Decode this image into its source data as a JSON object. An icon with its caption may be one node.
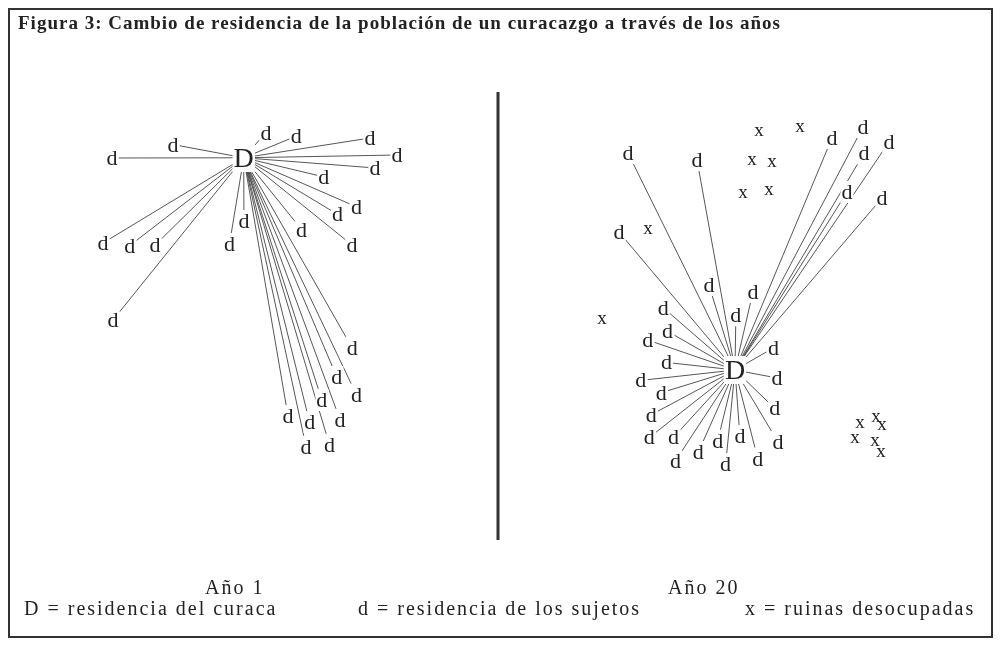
{
  "diagram": {
    "title": "Figura 3: Cambio de residencia de la población de un curacazgo a través de los años",
    "nodes": [
      {
        "text": [
          "D"
        ]
      },
      {
        "text": [
          "d"
        ]
      },
      {
        "text": [
          "d"
        ]
      },
      {
        "text": [
          "d"
        ]
      },
      {
        "text": [
          "d"
        ]
      },
      {
        "text": [
          "d"
        ]
      },
      {
        "text": [
          "d"
        ]
      },
      {
        "text": [
          "d"
        ]
      },
      {
        "text": [
          "d"
        ]
      },
      {
        "text": [
          "d"
        ]
      },
      {
        "text": [
          "d"
        ]
      },
      {
        "text": [
          "d"
        ]
      },
      {
        "text": [
          "d"
        ]
      },
      {
        "text": [
          "d"
        ]
      },
      {
        "text": [
          "d"
        ]
      },
      {
        "text": [
          "d"
        ]
      },
      {
        "text": [
          "d"
        ]
      },
      {
        "text": [
          "d"
        ]
      },
      {
        "text": [
          "d"
        ]
      },
      {
        "text": [
          "d"
        ]
      },
      {
        "text": [
          "d"
        ]
      },
      {
        "text": [
          "d"
        ]
      },
      {
        "text": [
          "d"
        ]
      },
      {
        "text": [
          "d"
        ]
      },
      {
        "text": [
          "d"
        ]
      },
      {
        "text": [
          "d"
        ]
      },
      {
        "text": [
          "d"
        ]
      },
      {
        "text": [
          "d"
        ]
      },
      {
        "text": [
          "D"
        ]
      },
      {
        "text": [
          "d"
        ]
      },
      {
        "text": [
          "d"
        ]
      },
      {
        "text": [
          "d"
        ]
      },
      {
        "text": [
          "d"
        ]
      },
      {
        "text": [
          "d"
        ]
      },
      {
        "text": [
          "d"
        ]
      },
      {
        "text": [
          "d"
        ]
      },
      {
        "text": [
          "d"
        ]
      },
      {
        "text": [
          "d"
        ]
      },
      {
        "text": [
          "d"
        ]
      },
      {
        "text": [
          "d"
        ]
      },
      {
        "text": [
          "d"
        ]
      },
      {
        "text": [
          "d"
        ]
      },
      {
        "text": [
          "d"
        ]
      },
      {
        "text": [
          "d"
        ]
      },
      {
        "text": [
          "d"
        ]
      },
      {
        "text": [
          "d"
        ]
      },
      {
        "text": [
          "d"
        ]
      },
      {
        "text": [
          "d"
        ]
      },
      {
        "text": [
          "d"
        ]
      },
      {
        "text": [
          "d"
        ]
      },
      {
        "text": [
          "d"
        ]
      },
      {
        "text": [
          "d"
        ]
      },
      {
        "text": [
          "d"
        ]
      },
      {
        "text": [
          "d"
        ]
      },
      {
        "text": [
          "d"
        ]
      },
      {
        "text": [
          "d"
        ]
      },
      {
        "text": [
          "d"
        ]
      },
      {
        "text": [
          "d"
        ]
      },
      {
        "text": [
          "d"
        ]
      },
      {
        "text": [
          "d"
        ]
      }
    ],
    "edges": [
      {
        "from": 0,
        "to": 1,
        "arrow": "none"
      },
      {
        "from": 0,
        "to": 2,
        "arrow": "none"
      },
      {
        "from": 0,
        "to": 3,
        "arrow": "none"
      },
      {
        "from": 0,
        "to": 4,
        "arrow": "none"
      },
      {
        "from": 0,
        "to": 5,
        "arrow": "none"
      },
      {
        "from": 0,
        "to": 6,
        "arrow": "none"
      },
      {
        "from": 0,
        "to": 7,
        "arrow": "none"
      },
      {
        "from": 0,
        "to": 8,
        "arrow": "none"
      },
      {
        "from": 0,
        "to": 9,
        "arrow": "none"
      },
      {
        "from": 0,
        "to": 10,
        "arrow": "none"
      },
      {
        "from": 0,
        "to": 11,
        "arrow": "none"
      },
      {
        "from": 0,
        "to": 12,
        "arrow": "none"
      },
      {
        "from": 0,
        "to": 13,
        "arrow": "none"
      },
      {
        "from": 0,
        "to": 14,
        "arrow": "none"
      },
      {
        "from": 0,
        "to": 15,
        "arrow": "none"
      },
      {
        "from": 0,
        "to": 16,
        "arrow": "none"
      },
      {
        "from": 0,
        "to": 17,
        "arrow": "none"
      },
      {
        "from": 0,
        "to": 18,
        "arrow": "none"
      },
      {
        "from": 0,
        "to": 19,
        "arrow": "none"
      },
      {
        "from": 0,
        "to": 20,
        "arrow": "none"
      },
      {
        "from": 0,
        "to": 21,
        "arrow": "none"
      },
      {
        "from": 0,
        "to": 22,
        "arrow": "none"
      },
      {
        "from": 0,
        "to": 23,
        "arrow": "none"
      },
      {
        "from": 0,
        "to": 24,
        "arrow": "none"
      },
      {
        "from": 0,
        "to": 25,
        "arrow": "none"
      },
      {
        "from": 0,
        "to": 26,
        "arrow": "none"
      },
      {
        "from": 0,
        "to": 27,
        "arrow": "none"
      },
      {
        "from": 28,
        "to": 29,
        "arrow": "none"
      },
      {
        "from": 28,
        "to": 30,
        "arrow": "none"
      },
      {
        "from": 28,
        "to": 31,
        "arrow": "none"
      },
      {
        "from": 28,
        "to": 32,
        "arrow": "none"
      },
      {
        "from": 28,
        "to": 33,
        "arrow": "none"
      },
      {
        "from": 28,
        "to": 34,
        "arrow": "none"
      },
      {
        "from": 28,
        "to": 35,
        "arrow": "none"
      },
      {
        "from": 28,
        "to": 36,
        "arrow": "none"
      },
      {
        "from": 28,
        "to": 37,
        "arrow": "none"
      },
      {
        "from": 28,
        "to": 38,
        "arrow": "none"
      },
      {
        "from": 28,
        "to": 39,
        "arrow": "none"
      },
      {
        "from": 28,
        "to": 40,
        "arrow": "none"
      },
      {
        "from": 28,
        "to": 41,
        "arrow": "none"
      },
      {
        "from": 28,
        "to": 42,
        "arrow": "none"
      },
      {
        "from": 28,
        "to": 43,
        "arrow": "none"
      },
      {
        "from": 28,
        "to": 44,
        "arrow": "none"
      },
      {
        "from": 28,
        "to": 45,
        "arrow": "none"
      },
      {
        "from": 28,
        "to": 46,
        "arrow": "none"
      },
      {
        "from": 28,
        "to": 47,
        "arrow": "none"
      },
      {
        "from": 28,
        "to": 48,
        "arrow": "none"
      },
      {
        "from": 28,
        "to": 49,
        "arrow": "none"
      },
      {
        "from": 28,
        "to": 50,
        "arrow": "none"
      },
      {
        "from": 28,
        "to": 51,
        "arrow": "none"
      },
      {
        "from": 28,
        "to": 52,
        "arrow": "none"
      },
      {
        "from": 28,
        "to": 53,
        "arrow": "none"
      },
      {
        "from": 28,
        "to": 54,
        "arrow": "none"
      },
      {
        "from": 28,
        "to": 55,
        "arrow": "none"
      },
      {
        "from": 28,
        "to": 56,
        "arrow": "none"
      },
      {
        "from": 28,
        "to": 57,
        "arrow": "none"
      },
      {
        "from": 28,
        "to": 58,
        "arrow": "none"
      },
      {
        "from": 28,
        "to": 59,
        "arrow": "none"
      }
    ],
    "labels": [
      "x",
      "x",
      "x",
      "x",
      "x",
      "x",
      "x",
      "x",
      "x",
      "x",
      "x",
      "x",
      "x",
      "x",
      "Año 1",
      "Año 20",
      "D = residencia del curaca",
      "d = residencia de los sujetos",
      "x = ruinas desocupadas"
    ]
  }
}
